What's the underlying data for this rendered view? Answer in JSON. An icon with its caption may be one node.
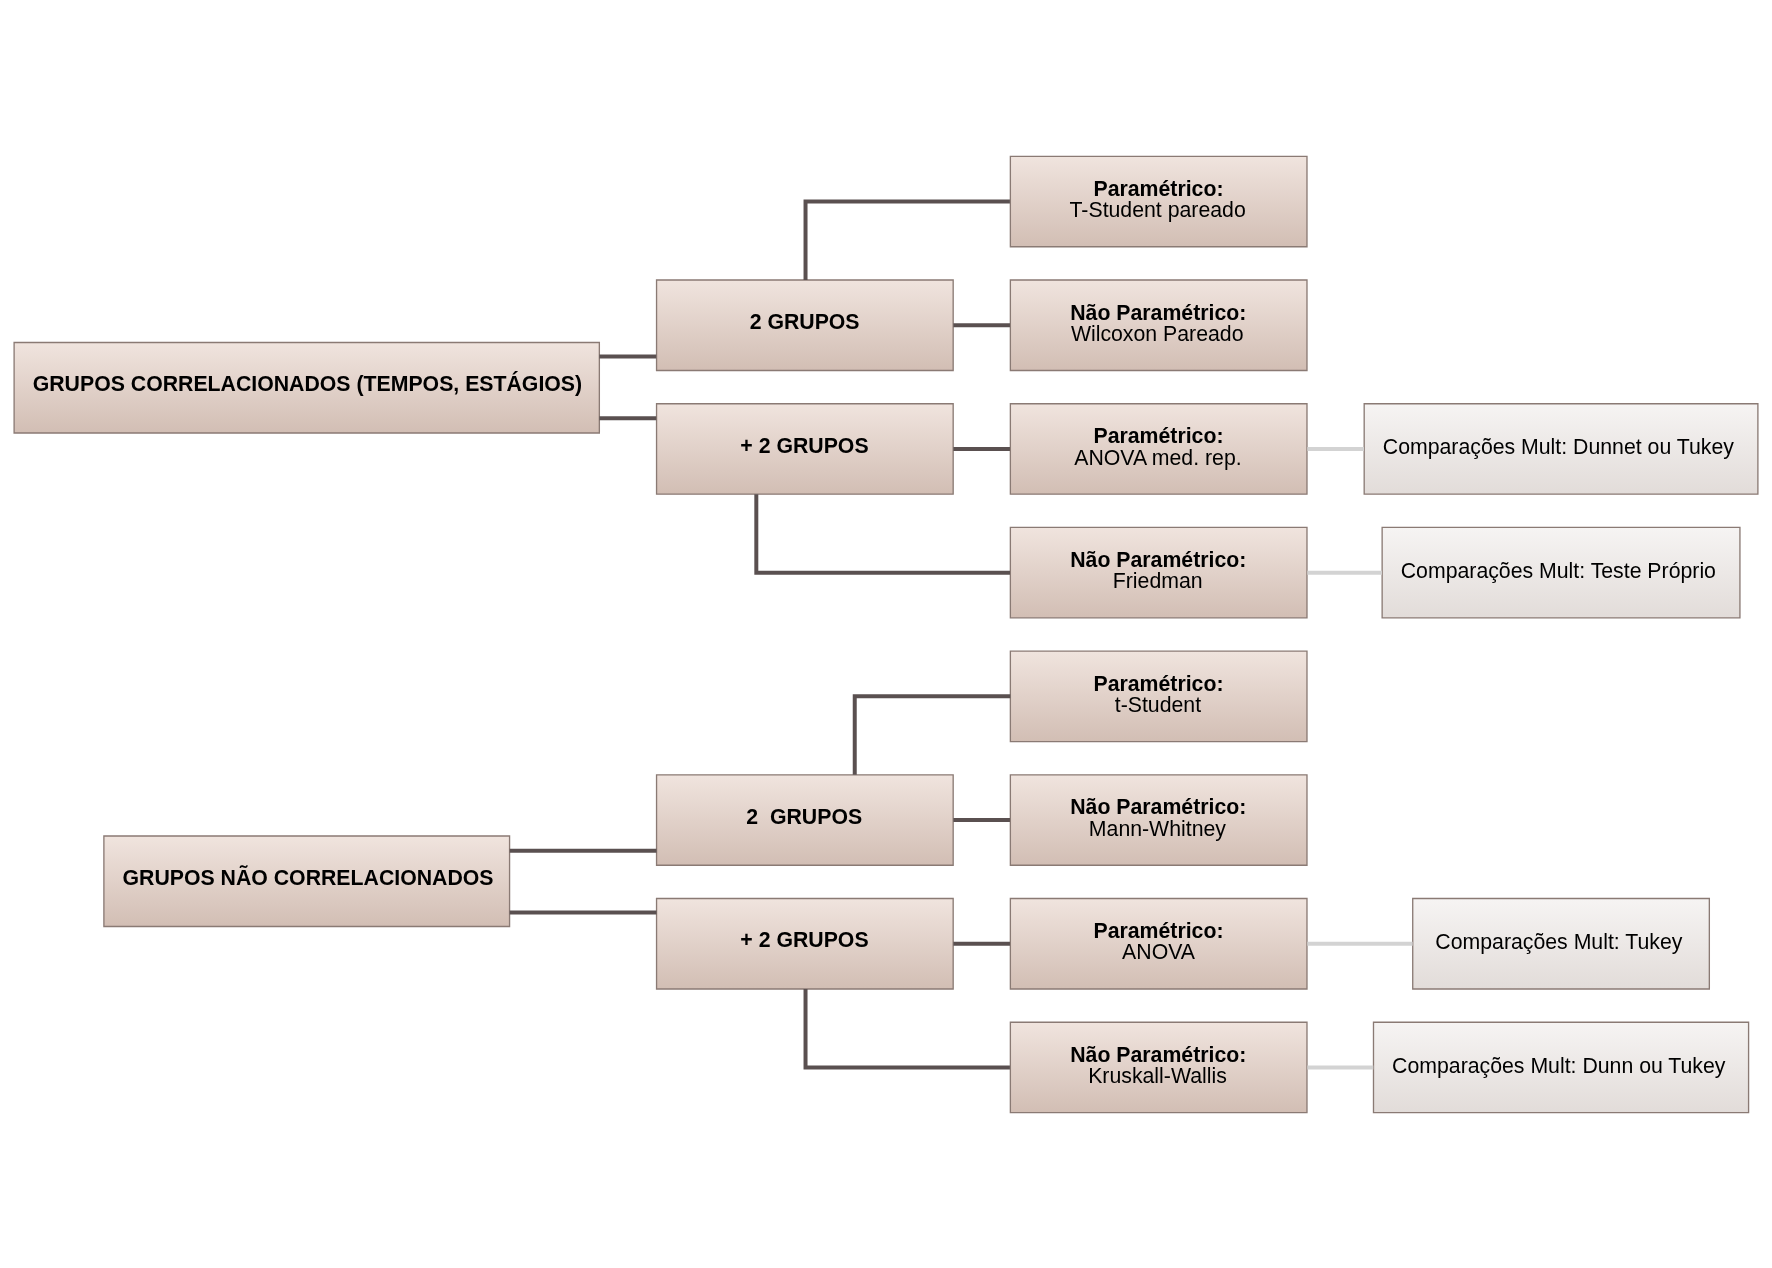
{
  "diagram": {
    "nodes": [
      {
        "text": [
          "GRUPOS NÃO CORRELACIONADOS"
        ]
      },
      {
        "text": [
          "2  GRUPOS"
        ]
      },
      {
        "text": [
          "Paramétrico:",
          "t-Student"
        ]
      },
      {
        "text": [
          "Não Paramétrico:",
          "Mann-Whitney"
        ]
      },
      {
        "text": [
          "+ 2 GRUPOS"
        ]
      },
      {
        "text": [
          "Paramétrico:",
          "ANOVA"
        ]
      },
      {
        "text": [
          "Comparações Mult: Tukey"
        ]
      },
      {
        "text": [
          "Não Paramétrico:",
          "Kruskall-Wallis"
        ]
      },
      {
        "text": [
          "Comparações Mult: Dunn ou Tukey"
        ]
      },
      {
        "text": [
          "GRUPOS CORRELACIONADOS (TEMPOS, ESTÁGIOS)"
        ]
      },
      {
        "text": [
          "2 GRUPOS"
        ]
      },
      {
        "text": [
          "Paramétrico:",
          "T-Student pareado"
        ]
      },
      {
        "text": [
          "Não Paramétrico:",
          "Wilcoxon Pareado"
        ]
      },
      {
        "text": [
          "+ 2 GRUPOS"
        ]
      },
      {
        "text": [
          "Paramétrico:",
          "ANOVA med. rep."
        ]
      },
      {
        "text": [
          "Comparações Mult: Dunnet ou Tukey"
        ]
      },
      {
        "text": [
          "Não Paramétrico:",
          "Friedman"
        ]
      },
      {
        "text": [
          "Comparações Mult: Teste Próprio"
        ]
      }
    ],
    "edges": [
      {
        "from": 0,
        "to": 1,
        "arrow": "none"
      },
      {
        "from": 0,
        "to": 4,
        "arrow": "none"
      },
      {
        "from": 1,
        "to": 2,
        "arrow": "none"
      },
      {
        "from": 1,
        "to": 3,
        "arrow": "none"
      },
      {
        "from": 4,
        "to": 5,
        "arrow": "none"
      },
      {
        "from": 4,
        "to": 7,
        "arrow": "none"
      },
      {
        "from": 5,
        "to": 6,
        "arrow": "none",
        "color": "#d3d3d3"
      },
      {
        "from": 7,
        "to": 8,
        "arrow": "none",
        "color": "#d3d3d3"
      },
      {
        "from": 9,
        "to": 10,
        "arrow": "none"
      },
      {
        "from": 9,
        "to": 13,
        "arrow": "none"
      },
      {
        "from": 10,
        "to": 11,
        "arrow": "none"
      },
      {
        "from": 10,
        "to": 12,
        "arrow": "none"
      },
      {
        "from": 13,
        "to": 14,
        "arrow": "none"
      },
      {
        "from": 13,
        "to": 16,
        "arrow": "none"
      },
      {
        "from": 14,
        "to": 15,
        "arrow": "none",
        "color": "#d3d3d3"
      },
      {
        "from": 16,
        "to": 17,
        "arrow": "none",
        "color": "#d3d3d3"
      }
    ]
  }
}
